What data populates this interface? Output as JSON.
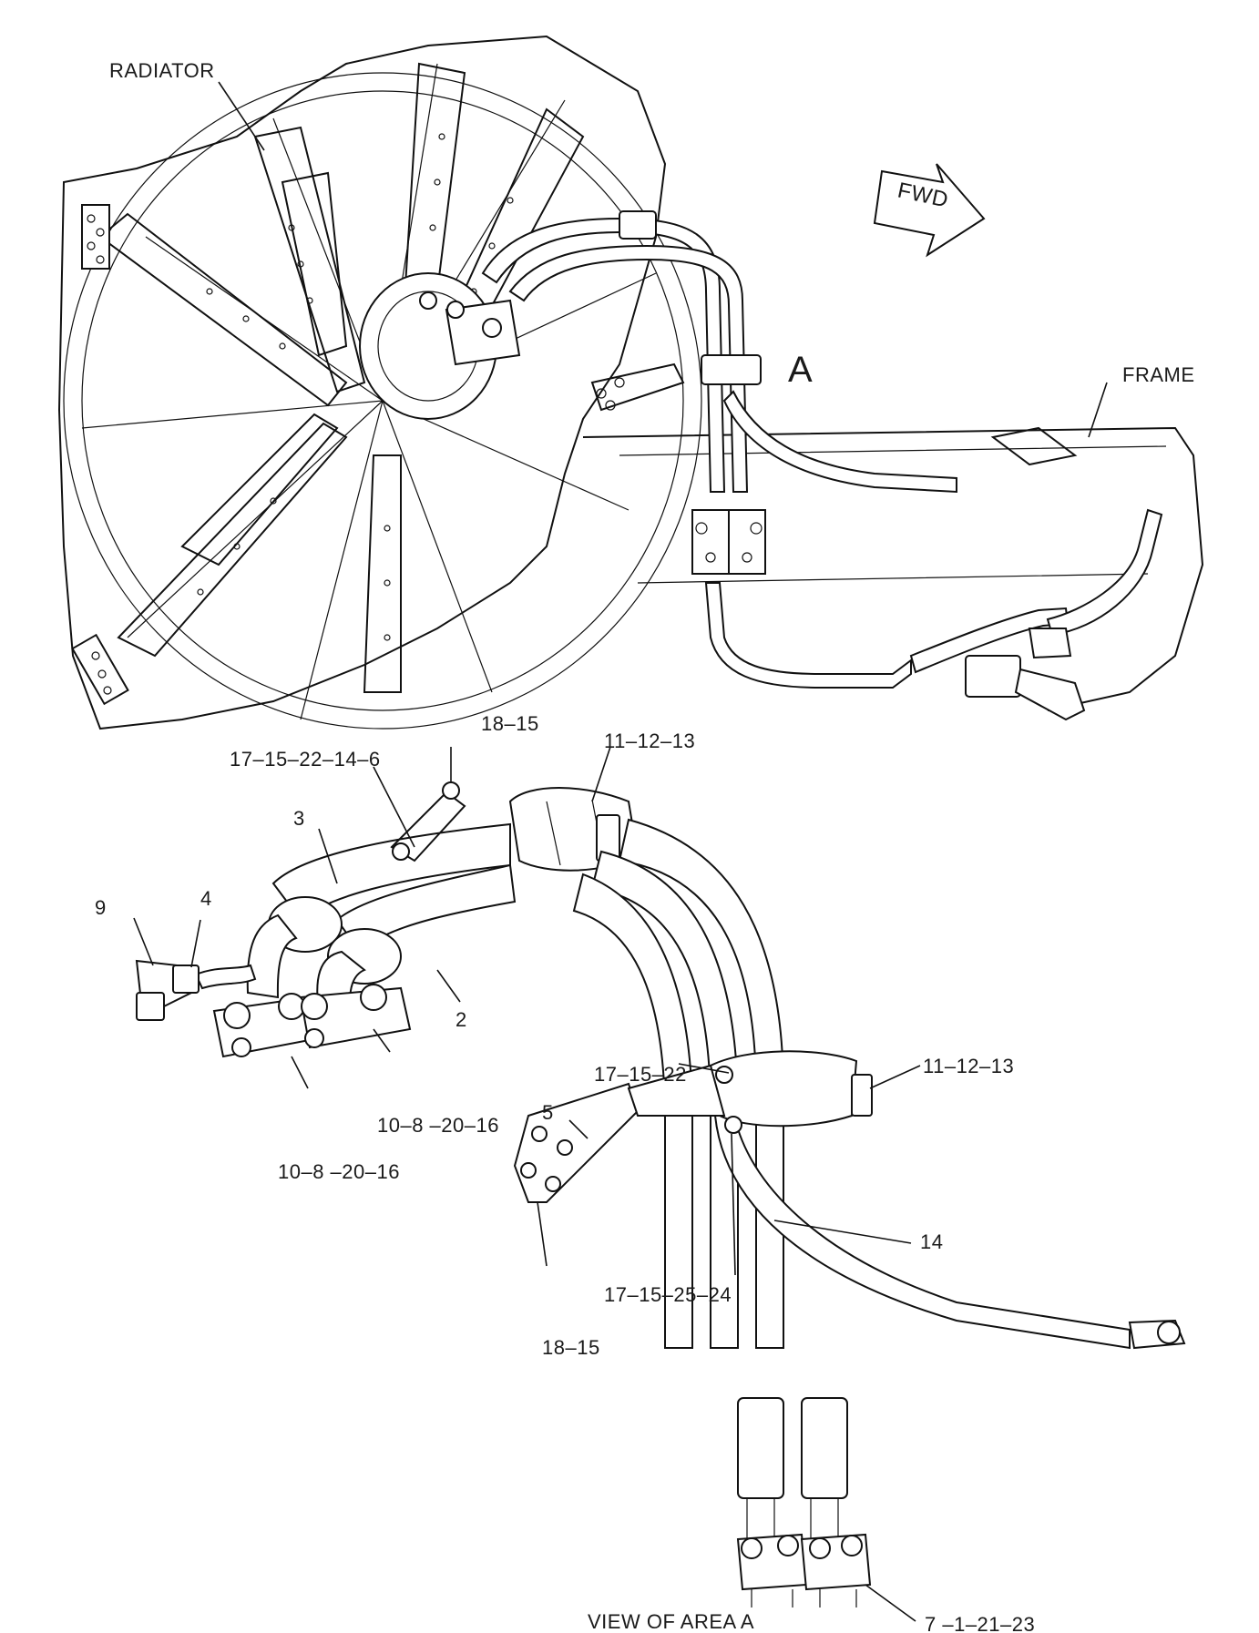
{
  "labels": {
    "radiator": "RADIATOR",
    "fwd": "FWD",
    "area_a": "A",
    "frame": "FRAME",
    "p18_15_top": "18–15",
    "p17_15_22_14_6": "17–15–22–14–6",
    "p11_12_13_top": "11–12–13",
    "p3": "3",
    "p9": "9",
    "p4": "4",
    "p2": "2",
    "p17_15_22": "17–15–22",
    "p11_12_13_right": "11–12–13",
    "p5": "5",
    "p10_8_20_16_a": "10–8 –20–16",
    "p10_8_20_16_b": "10–8 –20–16",
    "p14": "14",
    "p17_15_25_24": "17–15–25–24",
    "p18_15_bottom": "18–15",
    "p7_1_21_23": "7 –1–21–23",
    "view_caption": "VIEW OF AREA A"
  },
  "colors": {
    "line": "#111111",
    "background": "#ffffff"
  }
}
